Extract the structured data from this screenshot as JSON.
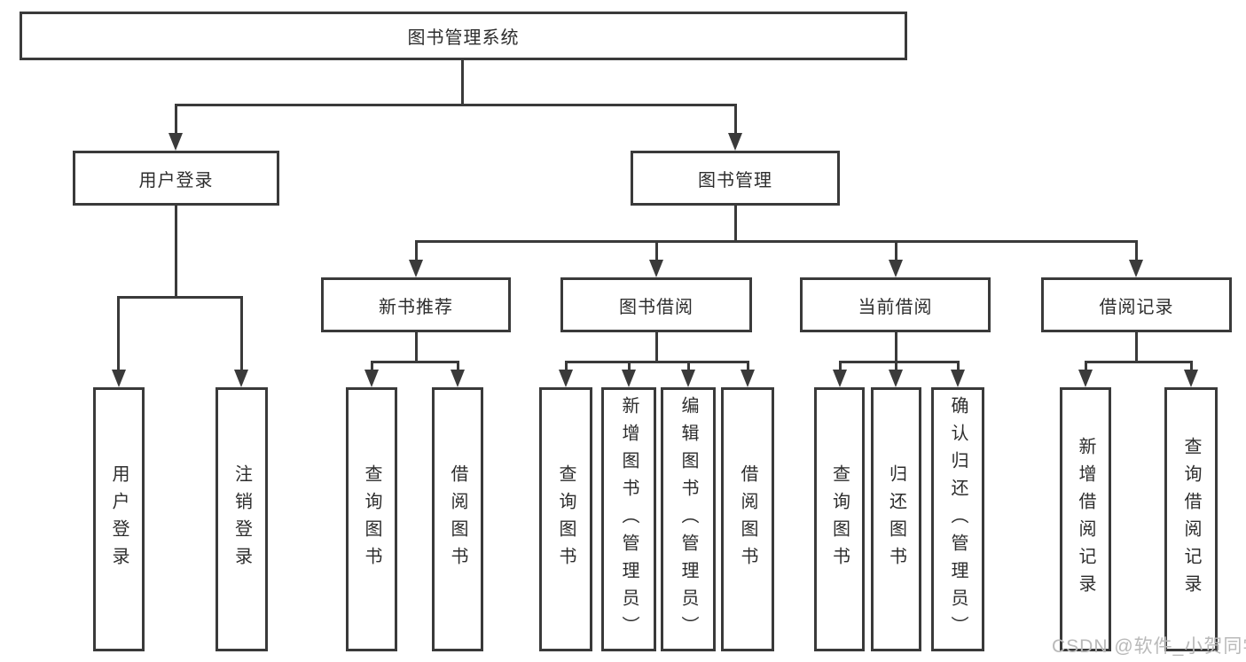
{
  "diagram": {
    "root": {
      "label": "图书管理系统"
    },
    "level1": {
      "user_login": {
        "label": "用户登录"
      },
      "book_management": {
        "label": "图书管理"
      }
    },
    "level2": {
      "new_book_recommend": {
        "label": "新书推荐"
      },
      "book_borrowing": {
        "label": "图书借阅"
      },
      "current_borrowing": {
        "label": "当前借阅"
      },
      "borrowing_records": {
        "label": "借阅记录"
      }
    },
    "leaves": {
      "user_login_leaf": {
        "label": "用户登录"
      },
      "logout": {
        "label": "注销登录"
      },
      "nbr_query_books": {
        "label": "查询图书"
      },
      "nbr_borrow_books": {
        "label": "借阅图书"
      },
      "bb_query_books": {
        "label": "查询图书"
      },
      "bb_add_books_admin": {
        "label": "新增图书（管理员）"
      },
      "bb_edit_books_admin": {
        "label": "编辑图书（管理员）"
      },
      "bb_borrow_books": {
        "label": "借阅图书"
      },
      "cb_query_books": {
        "label": "查询图书"
      },
      "cb_return_books": {
        "label": "归还图书"
      },
      "cb_confirm_return_admin": {
        "label": "确认归还（管理员）"
      },
      "br_add_record": {
        "label": "新增借阅记录"
      },
      "br_query_record": {
        "label": "查询借阅记录"
      }
    }
  },
  "watermark": {
    "text": "CSDN @软件_小贺同学"
  },
  "colors": {
    "line": "#3a3a3a",
    "text": "#2d2d2d",
    "watermark": "#b9b9b9",
    "background": "#ffffff"
  }
}
